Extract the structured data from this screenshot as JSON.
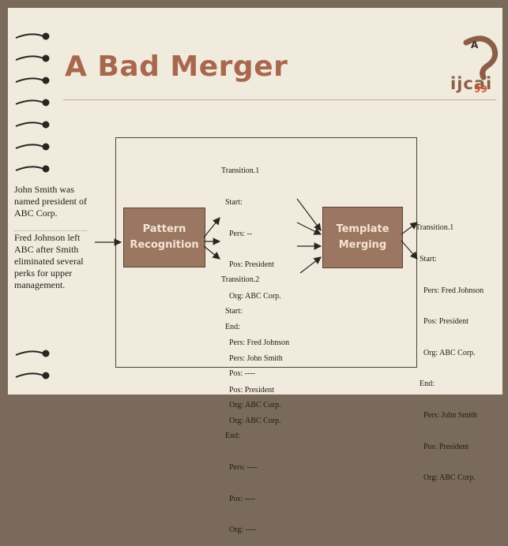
{
  "title": "A Bad Merger",
  "logo": {
    "text": "ijcai",
    "sub": "99",
    "mark": "A"
  },
  "input_text": {
    "para1": [
      "John Smith was",
      "named president of",
      "ABC Corp."
    ],
    "separator": "...............................",
    "para2": [
      "Fred Johnson left",
      "ABC after Smith",
      "eliminated several",
      "perks for upper",
      "management."
    ]
  },
  "pattern_box": {
    "lines": [
      "Pattern",
      "Recognition"
    ]
  },
  "template_box": {
    "lines": [
      "Template",
      "Merging"
    ]
  },
  "transition1": [
    "Transition.1",
    "  Start:",
    "    Pers: --",
    "    Pos: President",
    "    Org: ABC Corp.",
    "  End:",
    "    Pers: John Smith",
    "    Pos: President",
    "    Org: ABC Corp."
  ],
  "transition2": [
    "Transition.2",
    "  Start:",
    "    Pers: Fred Johnson",
    "    Pos: ----",
    "    Org: ABC Corp.",
    "  End:",
    "    Pers: ----",
    "    Pos: ----",
    "    Org: ----"
  ],
  "output": [
    "Transition.1",
    "  Start:",
    "    Pers: Fred Johnson",
    "    Pos: President",
    "    Org: ABC Corp.",
    "  End:",
    "    Pers: John Smith",
    "    Pos: President",
    "    Org: ABC Corp."
  ]
}
